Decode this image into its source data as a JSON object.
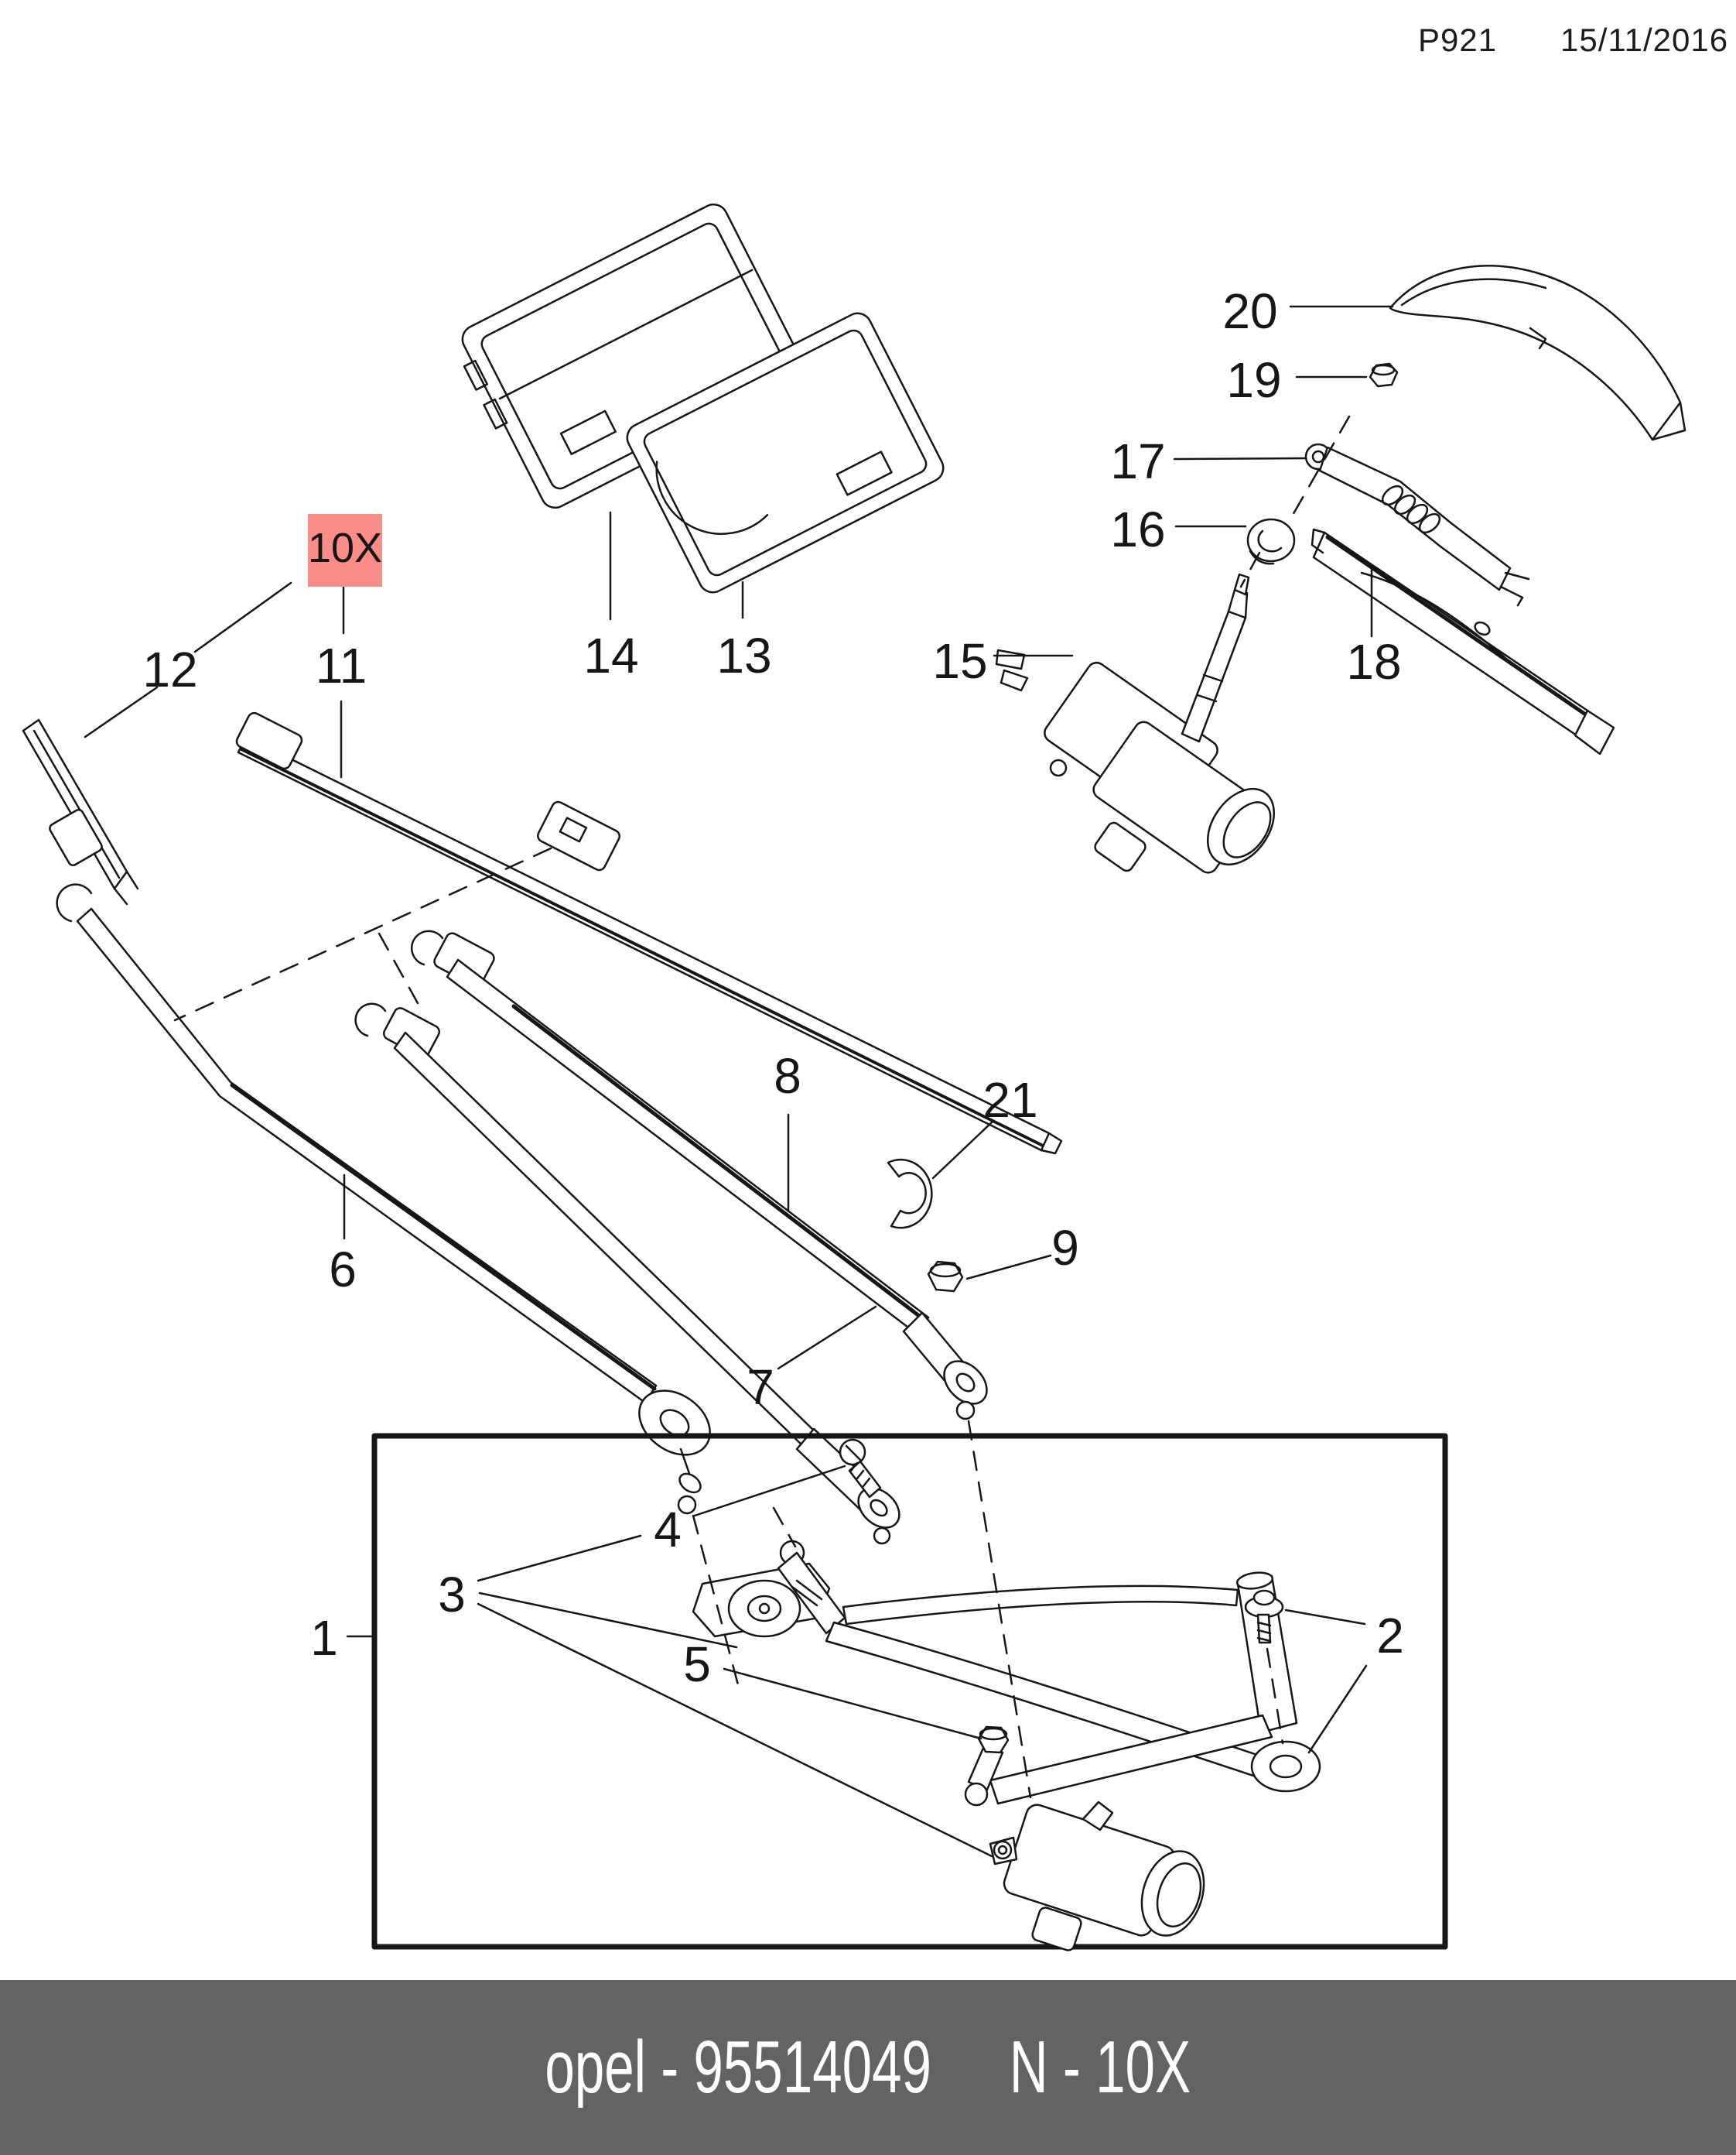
{
  "header": {
    "doc_code": "P921",
    "date": "15/11/2016"
  },
  "diagram": {
    "highlight": {
      "label": "10X",
      "background": "#fa8d88",
      "color": "#8e1b1b"
    },
    "callouts": [
      {
        "label": "1"
      },
      {
        "label": "2"
      },
      {
        "label": "3"
      },
      {
        "label": "4"
      },
      {
        "label": "5"
      },
      {
        "label": "6"
      },
      {
        "label": "7"
      },
      {
        "label": "8"
      },
      {
        "label": "9"
      },
      {
        "label": "11"
      },
      {
        "label": "12"
      },
      {
        "label": "13"
      },
      {
        "label": "14"
      },
      {
        "label": "15"
      },
      {
        "label": "16"
      },
      {
        "label": "17"
      },
      {
        "label": "18"
      },
      {
        "label": "19"
      },
      {
        "label": "20"
      },
      {
        "label": "21"
      }
    ],
    "line_color": "#161616"
  },
  "footer": {
    "background": "#636363",
    "color": "#ffffff",
    "brand_part_text": "opel - 95514049",
    "quantity_text": "N - 10X"
  }
}
